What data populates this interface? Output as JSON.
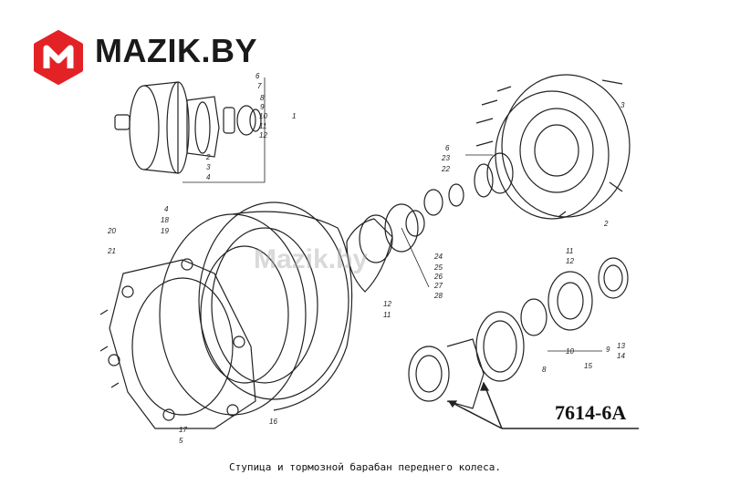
{
  "brand": {
    "name": "MAZIK.BY",
    "accent_color": "#e32226",
    "logo_icon": "m-hexagon-icon"
  },
  "drawing": {
    "code": "7614-6А",
    "caption": "Ступица и тормозной барабан переднего колеса.",
    "watermark": "Mazik.by",
    "part_numbers": [
      "1",
      "2",
      "3",
      "4",
      "5",
      "6",
      "7",
      "8",
      "9",
      "10",
      "11",
      "12",
      "13",
      "14",
      "15",
      "16",
      "17",
      "18",
      "19",
      "20",
      "21",
      "22",
      "23",
      "24",
      "25",
      "26",
      "27",
      "28"
    ]
  }
}
